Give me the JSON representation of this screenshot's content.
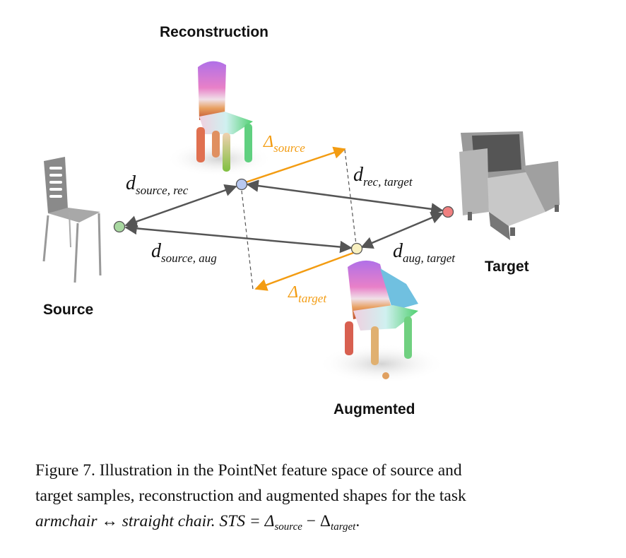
{
  "labels": {
    "reconstruction": "Reconstruction",
    "source": "Source",
    "target": "Target",
    "augmented": "Augmented"
  },
  "distances": {
    "source_rec": {
      "d": "d",
      "sub": "source, rec"
    },
    "rec_target": {
      "d": "d",
      "sub": "rec, target"
    },
    "source_aug": {
      "d": "d",
      "sub": "source, aug"
    },
    "aug_target": {
      "d": "d",
      "sub": "aug, target"
    }
  },
  "deltas": {
    "source": {
      "sym": "Δ",
      "sub": "source"
    },
    "target": {
      "sym": "Δ",
      "sub": "target"
    }
  },
  "caption": {
    "line1": "Figure 7. Illustration in the PointNet feature space of source and",
    "line2": "target samples, reconstruction and augmented shapes for the task",
    "task": "armchair ↔ straight chair",
    "formula_prefix": ". STS = Δ",
    "formula_sub1": "source",
    "formula_mid": " − Δ",
    "formula_sub2": "target",
    "formula_end": "."
  },
  "colors": {
    "arrow_gray": "#555555",
    "delta_orange": "#f39c12",
    "node_source": "#a8d8a0",
    "node_rec": "#b8c8f0",
    "node_target": "#f08080",
    "node_aug": "#f8f0c0"
  }
}
